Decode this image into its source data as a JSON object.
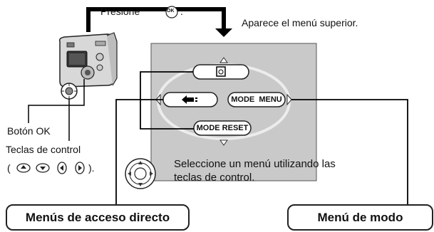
{
  "instructions": {
    "press_prefix": "Presione",
    "press_suffix": ".",
    "ok_symbol": "OK",
    "top_menu_appears": "Aparece el menú superior."
  },
  "labels": {
    "ok_button": "Botón OK",
    "control_keys": "Teclas de control",
    "control_keys_close": ").",
    "control_keys_open": "(",
    "select_menu_line1": "Seleccione un menú utilizando las",
    "select_menu_line2": "teclas de control."
  },
  "menu_screen": {
    "mode_menu": "MODE  MENU",
    "mode_reset": "MODE RESET",
    "top_icon": "camera-scene-icon",
    "left_icon": "quality-icon"
  },
  "boxes": {
    "shortcut_menus": "Menús de acceso directo",
    "mode_menu": "Menú de modo"
  },
  "colors": {
    "screen_bg": "#c9c9c9",
    "oval_line": "#e6e6e6",
    "connector": "#000000"
  }
}
